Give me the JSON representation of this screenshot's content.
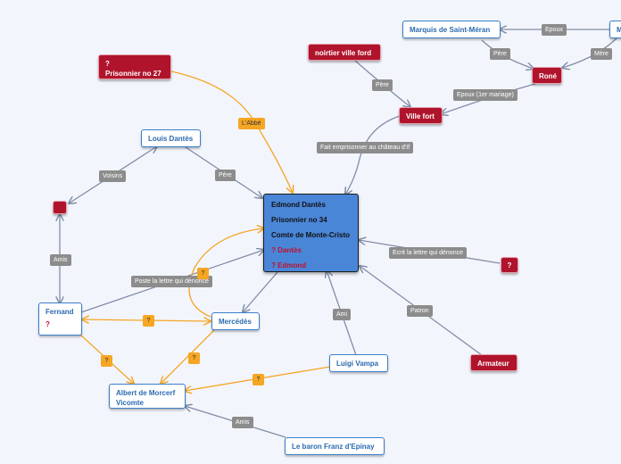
{
  "colors": {
    "background": "#f3f5fd",
    "edge_gray": "#7f8ea5",
    "edge_orange": "#f5a623",
    "node_red": "#b0142c",
    "node_center": "#4a86d8",
    "node_border_blue": "#3a7fc8"
  },
  "nodes": {
    "center": {
      "line1": "Edmond Dantès",
      "line2": "Prisonnier no 34",
      "line3": "Comte de Monte-Cristo",
      "line4": "? Dantès",
      "line5": "? Edmond"
    },
    "prisonnier27": {
      "line1": "?",
      "line2": "Prisonnier no 27"
    },
    "noirtier": "noirtier ville ford",
    "marquis": "Marquis de Saint-Méran",
    "marquis_partial": "M",
    "rone": "Roné",
    "villefort": "Ville fort",
    "louis": "Louis Dantès",
    "red_small_left": "",
    "fernand": {
      "line1": "Fernand",
      "line2": "?"
    },
    "mercedes": "Mercédès",
    "albert": {
      "line1": "Albert de Morcerf",
      "line2": "Vicomte"
    },
    "luigi": "Luigi Vampa",
    "franz": "Le baron Franz d'Epinay",
    "armateur": "Armateur",
    "red_q_right": "?"
  },
  "labels": {
    "epoux": "Epoux",
    "pere_marquis": "Père",
    "mere": "Mère",
    "pere_noirtier": "Père",
    "epoux_1er": "Epoux (1er mariage)",
    "emprisonner": "Fait emprisonner au château d'If",
    "abbe": "L'Abbé",
    "pere_louis": "Père",
    "voisins": "Voisins",
    "amis": "Amis",
    "poste": "Poste la lettre qui dénonce",
    "ecrit": "Ecrit la lettre qui dénonce",
    "patron": "Patron",
    "ami": "Ami",
    "amis_franz": "Amis"
  },
  "question_marks": {
    "q1": "?",
    "q2": "?",
    "q3": "?",
    "q4": "?",
    "q5": "?"
  }
}
